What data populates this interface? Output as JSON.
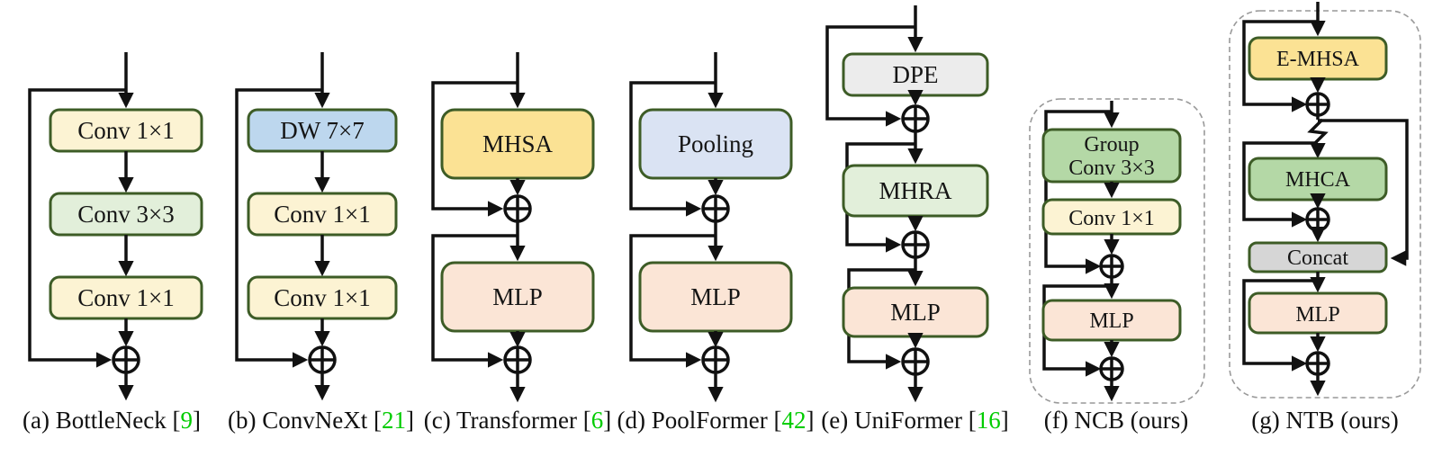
{
  "figure_description": "Comparison of block designs in CNNs and Transformers",
  "palette": {
    "cream": "#FCF3D3",
    "lightgreen": "#E2EFDA",
    "midgreen": "#B4D8A6",
    "blue": "#BDD7EE",
    "lavender": "#DAE3F3",
    "gold": "#FBE294",
    "salmon": "#FBE5D6",
    "gray_light": "#ECECEC",
    "gray_mid": "#D6D6D6",
    "border_green": "#3D5C26",
    "line": "#111111",
    "cite_green": "#00CC00",
    "dash_gray": "#999999"
  },
  "panels": {
    "a": {
      "caption": {
        "prefix": "(a) BottleNeck [",
        "cite": "9",
        "suffix": "]"
      },
      "blocks": [
        {
          "label": "Conv 1×1"
        },
        {
          "label": "Conv 3×3"
        },
        {
          "label": "Conv 1×1"
        }
      ]
    },
    "b": {
      "caption": {
        "prefix": "(b) ConvNeXt [",
        "cite": "21",
        "suffix": "]"
      },
      "blocks": [
        {
          "label": "DW 7×7"
        },
        {
          "label": "Conv 1×1"
        },
        {
          "label": "Conv 1×1"
        }
      ]
    },
    "c": {
      "caption": {
        "prefix": "(c) Transformer [",
        "cite": "6",
        "suffix": "]"
      },
      "blocks": [
        {
          "label": "MHSA"
        },
        {
          "label": "MLP"
        }
      ]
    },
    "d": {
      "caption": {
        "prefix": "(d) PoolFormer [",
        "cite": "42",
        "suffix": "]"
      },
      "blocks": [
        {
          "label": "Pooling"
        },
        {
          "label": "MLP"
        }
      ]
    },
    "e": {
      "caption": {
        "prefix": "(e) UniFormer [",
        "cite": "16",
        "suffix": "]"
      },
      "blocks": [
        {
          "label": "DPE"
        },
        {
          "label": "MHRA"
        },
        {
          "label": "MLP"
        }
      ]
    },
    "f": {
      "caption": {
        "prefix": "(f) NCB (ours)",
        "cite": "",
        "suffix": ""
      },
      "blocks": [
        {
          "label_line1": "Group",
          "label_line2": "Conv 3×3"
        },
        {
          "label": "Conv 1×1"
        },
        {
          "label": "MLP"
        }
      ]
    },
    "g": {
      "caption": {
        "prefix": "(g) NTB (ours)",
        "cite": "",
        "suffix": ""
      },
      "blocks": [
        {
          "label": "E-MHSA"
        },
        {
          "label": "MHCA"
        },
        {
          "label": "Concat"
        },
        {
          "label": "MLP"
        }
      ]
    }
  }
}
